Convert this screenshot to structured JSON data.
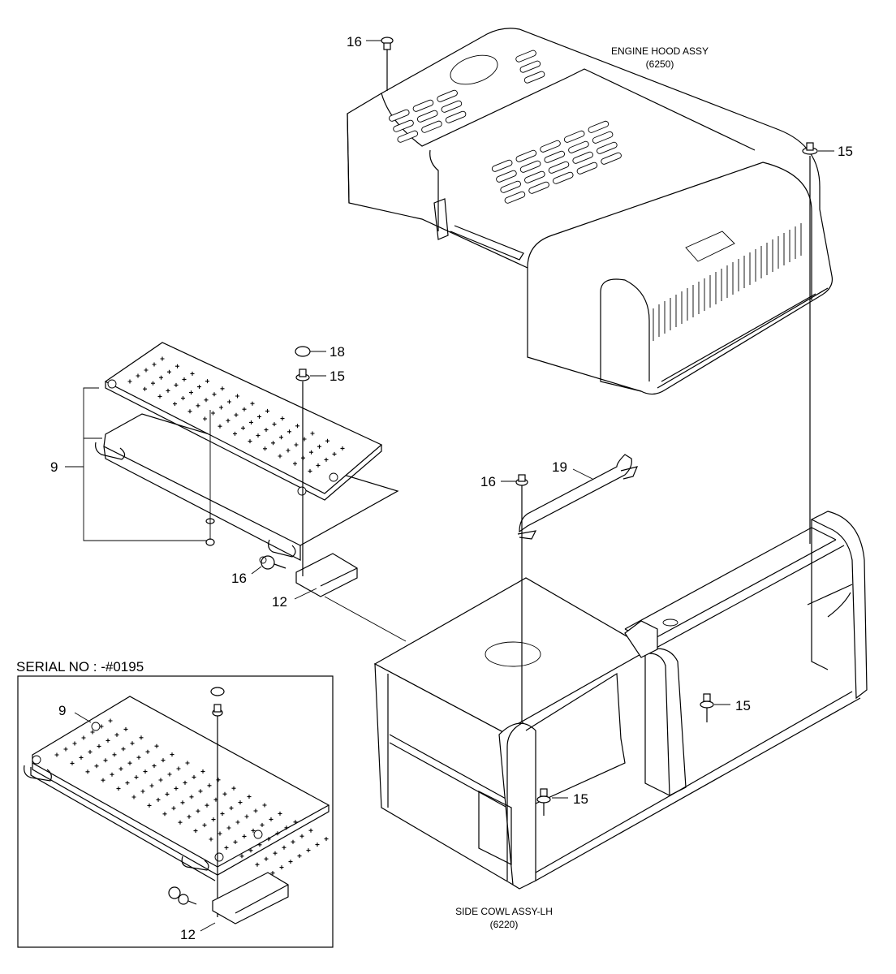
{
  "assemblies": {
    "engine_hood": {
      "name": "ENGINE HOOD ASSY",
      "code": "(6250)"
    },
    "side_cowl": {
      "name": "SIDE COWL ASSY-LH",
      "code": "(6220)"
    }
  },
  "inset": {
    "title": "SERIAL NO : -#0195"
  },
  "callouts": {
    "c16_top": "16",
    "c15_hood": "15",
    "c18": "18",
    "c15_plate": "15",
    "c9": "9",
    "c19": "19",
    "c16_handle": "16",
    "c16_bolt": "16",
    "c12": "12",
    "c15_frame": "15",
    "c15_cowl": "15",
    "c9_inset": "9",
    "c12_inset": "12"
  }
}
